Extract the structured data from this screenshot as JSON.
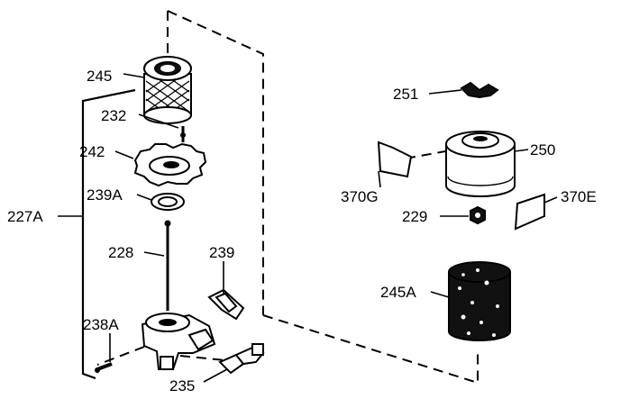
{
  "labels": {
    "p245": "245",
    "p232": "232",
    "p242": "242",
    "p239A": "239A",
    "p227A": "227A",
    "p228": "228",
    "p239": "239",
    "p238A": "238A",
    "p235": "235",
    "p251": "251",
    "p250": "250",
    "p370G": "370G",
    "p229": "229",
    "p370E": "370E",
    "p245A": "245A"
  }
}
